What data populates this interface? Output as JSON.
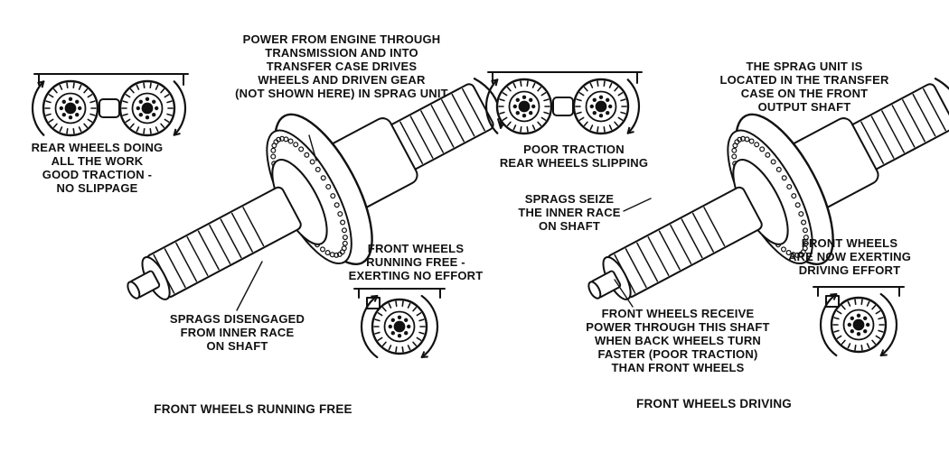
{
  "left_panel": {
    "power_label": [
      "POWER FROM ENGINE THROUGH",
      "TRANSMISSION AND INTO",
      "TRANSFER CASE DRIVES",
      "WHEELS AND DRIVEN GEAR",
      "(NOT SHOWN HERE) IN SPRAG UNIT"
    ],
    "rear_label": [
      "REAR WHEELS DOING",
      "ALL THE WORK",
      "GOOD TRACTION -",
      "NO SLIPPAGE"
    ],
    "front_label": [
      "FRONT WHEELS",
      "RUNNING FREE -",
      "EXERTING NO EFFORT"
    ],
    "sprags_label": [
      "SPRAGS DISENGAGED",
      "FROM INNER RACE",
      "ON SHAFT"
    ],
    "caption": "FRONT WHEELS RUNNING FREE"
  },
  "right_panel": {
    "location_label": [
      "THE SPRAG UNIT IS",
      "LOCATED IN THE TRANSFER",
      "CASE ON THE FRONT",
      "OUTPUT SHAFT"
    ],
    "rear_label": [
      "POOR TRACTION",
      "REAR WHEELS SLIPPING"
    ],
    "sprags_label": [
      "SPRAGS SEIZE",
      "THE INNER RACE",
      "ON SHAFT"
    ],
    "front_label": [
      "FRONT WHEELS",
      "ARE NOW EXERTING",
      "DRIVING EFFORT"
    ],
    "power_label": [
      "FRONT WHEELS RECEIVE",
      "POWER THROUGH THIS SHAFT",
      "WHEN BACK WHEELS TURN",
      "FASTER (POOR TRACTION)",
      "THAN FRONT WHEELS"
    ],
    "caption": "FRONT WHEELS DRIVING"
  }
}
